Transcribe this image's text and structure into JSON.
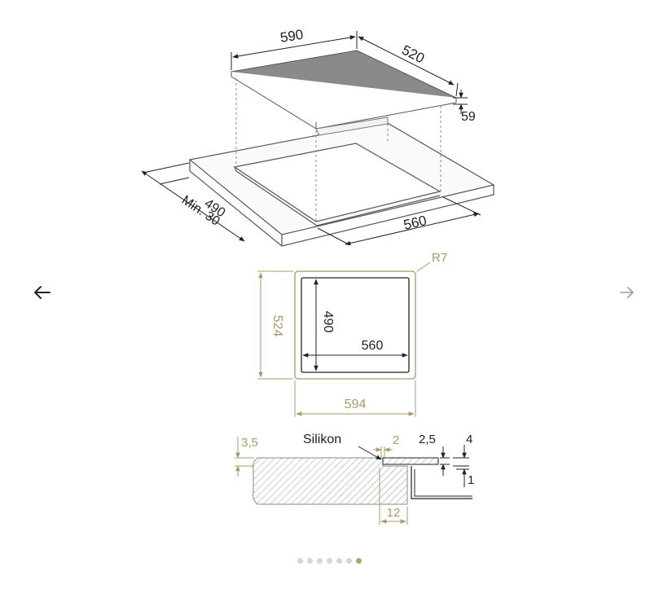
{
  "navigation": {
    "prev_icon": "arrow-left-icon",
    "next_icon": "arrow-right-icon"
  },
  "drawing": {
    "hob": {
      "width": "590",
      "depth": "520",
      "height": "59"
    },
    "cutout": {
      "depth": "490",
      "min_edge": "Min. 30",
      "width": "560"
    },
    "plan": {
      "radius": "R7",
      "outer_height": "524",
      "outer_width": "594",
      "inner_height": "490",
      "inner_width": "560"
    },
    "section": {
      "rebate_depth": "3,5",
      "sealant_label": "Silikon",
      "gap": "2",
      "glass": "2,5",
      "thickness": "4",
      "clearance": "1",
      "rebate_width": "12"
    }
  },
  "pagination": {
    "count": 7,
    "active_index": 6
  },
  "colors": {
    "line": "#222222",
    "accent": "#a89a6a",
    "glass": "#8a8a8a",
    "dot": "#d6d6d6",
    "dot_active": "#b3a06a"
  }
}
